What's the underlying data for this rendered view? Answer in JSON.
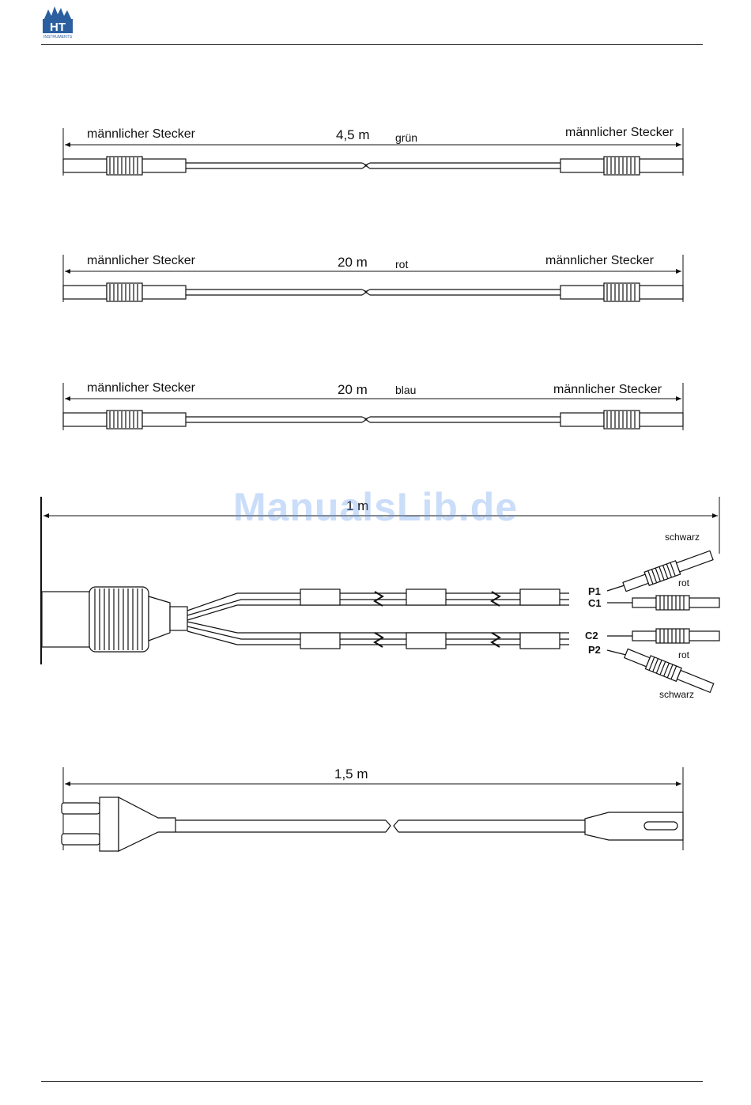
{
  "header": {
    "logo_text": "HT",
    "logo_subtext": "INSTRUMENTS"
  },
  "cables": [
    {
      "left_label": "männlicher Stecker",
      "length": "4,5 m",
      "color": "grün",
      "right_label": "männlicher Stecker"
    },
    {
      "left_label": "männlicher Stecker",
      "length": "20 m",
      "color": "rot",
      "right_label": "männlicher Stecker"
    },
    {
      "left_label": "männlicher Stecker",
      "length": "20 m",
      "color": "blau",
      "right_label": "männlicher Stecker"
    }
  ],
  "probe_cable": {
    "length": "1 m",
    "leads": [
      {
        "terminal": "P1",
        "color": "schwarz"
      },
      {
        "terminal": "C1",
        "color": "rot"
      },
      {
        "terminal": "C2",
        "color": "rot"
      },
      {
        "terminal": "P2",
        "color": "schwarz"
      }
    ]
  },
  "power_cable": {
    "length": "1,5  m"
  },
  "watermark": "ManualsLib.de"
}
